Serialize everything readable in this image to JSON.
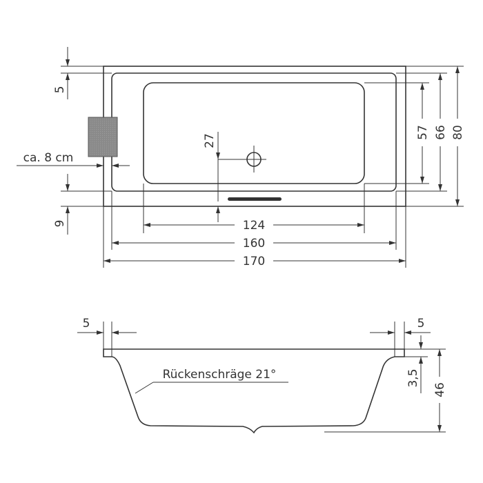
{
  "top_view": {
    "dim_124": "124",
    "dim_160": "160",
    "dim_170": "170",
    "dim_57": "57",
    "dim_66": "66",
    "dim_80": "80",
    "dim_27": "27",
    "dim_5_left": "5",
    "dim_9_left": "9",
    "overflow_label": "ca. 8 cm",
    "colors": {
      "overflow_box": "#8a8a8a",
      "line": "#333333"
    }
  },
  "side_view": {
    "dim_5_left": "5",
    "dim_5_right": "5",
    "dim_3_5": "3,5",
    "dim_46": "46",
    "backrest_label": "Rückenschräge 21°"
  }
}
